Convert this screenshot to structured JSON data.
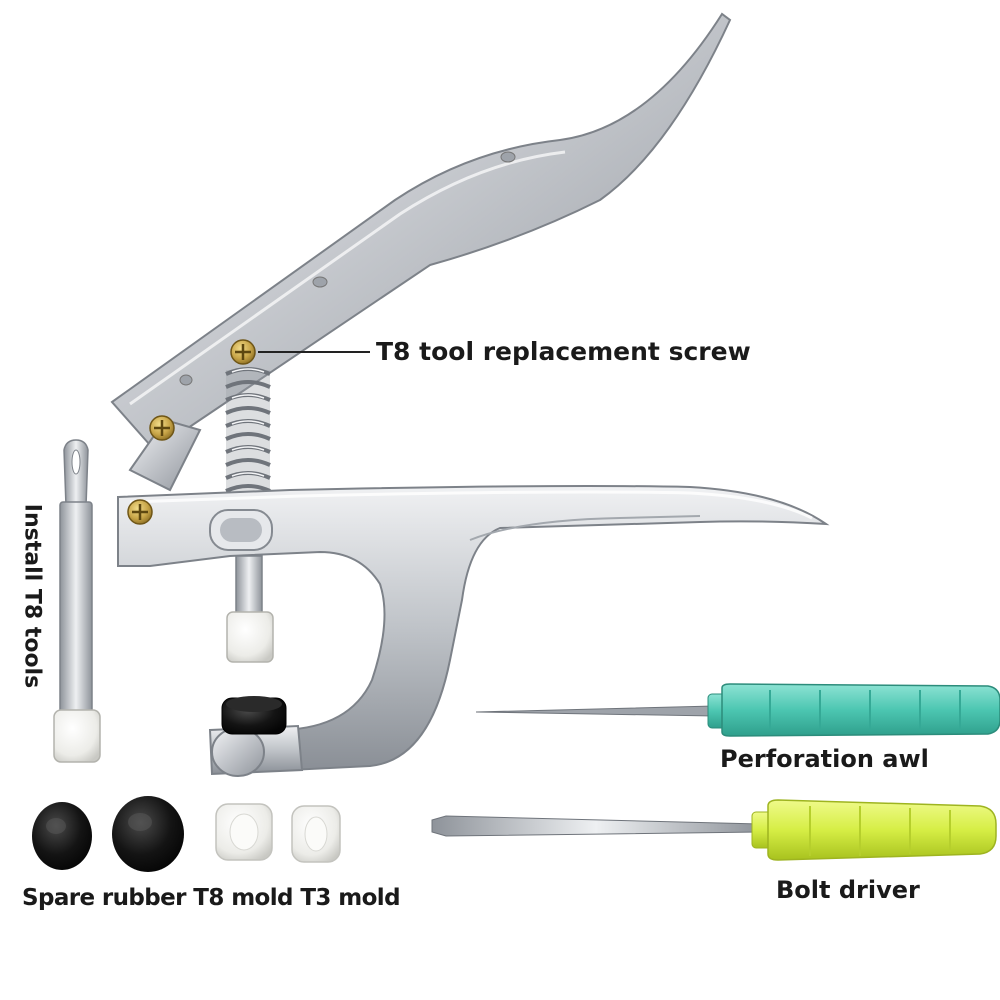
{
  "labels": {
    "replacement_screw": "T8 tool replacement screw",
    "install_tools": "Install T8 tools",
    "perforation_awl": "Perforation awl",
    "bolt_driver": "Bolt driver",
    "spares": "Spare rubber T8 mold T3 mold"
  },
  "colors": {
    "background": "#ffffff",
    "metal": "#c9ccd1",
    "awl_handle": "#58cdb9",
    "driver_handle": "#d8ef4e",
    "rubber": "#141414",
    "mold": "#f2f2f0",
    "screw": "#c8a548"
  }
}
